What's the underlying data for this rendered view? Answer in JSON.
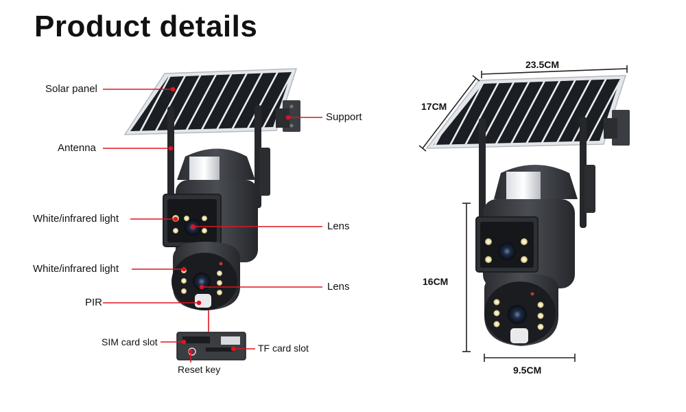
{
  "page": {
    "title": "Product details"
  },
  "labels": {
    "solar_panel": "Solar panel",
    "support": "Support",
    "antenna": "Antenna",
    "light_top": "White/infrared light",
    "lens_top": "Lens",
    "light_bottom": "White/infrared light",
    "lens_bottom": "Lens",
    "pir": "PIR",
    "sim_slot": "SIM card slot",
    "tf_slot": "TF card slot",
    "reset_key": "Reset key"
  },
  "dimensions": {
    "panel_width": "23.5CM",
    "panel_height": "17CM",
    "camera_height": "16CM",
    "camera_width": "9.5CM"
  },
  "colors": {
    "callout_line": "#e0141e",
    "dimension_line": "#222222",
    "camera_body": "#3a3d42",
    "panel_cell": "#1b1f24"
  }
}
